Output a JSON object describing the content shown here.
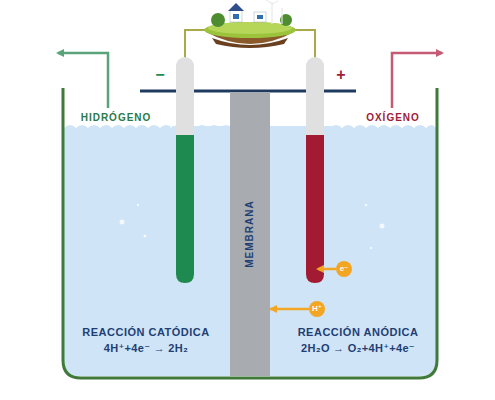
{
  "diagram": {
    "nodes": [
      {
        "text": [
          "MEMBRANA"
        ]
      },
      {
        "text": [
          "e⁻"
        ]
      },
      {
        "text": [
          "H⁺"
        ]
      }
    ],
    "edges": [
      {
        "from": 2,
        "to": 0,
        "arrow": "to"
      }
    ],
    "labels": [
      "HIDRÓGENO",
      "OXÍGENO",
      "−",
      "+",
      "REACCIÓN CATÓDICA",
      "4H⁺+4e⁻ → 2H₂",
      "REACCIÓN ANÓDICA",
      "2H₂O → O₂+4H⁺+4e⁻"
    ]
  }
}
